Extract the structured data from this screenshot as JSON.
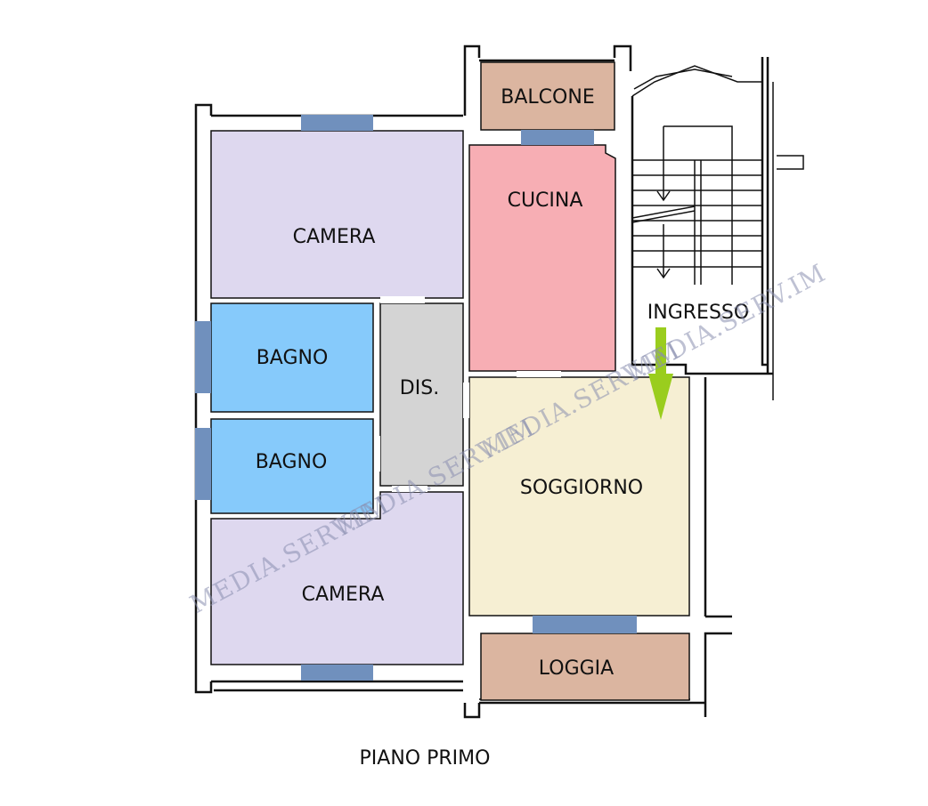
{
  "plan": {
    "caption": "PIANO PRIMO",
    "watermark": "MEDIA.SERV.IM",
    "colors": {
      "camera": "#ded8ef",
      "bagno": "#86cafb",
      "dis": "#d4d4d4",
      "cucina": "#f7aeb4",
      "soggiorno": "#f6efd3",
      "outdoor": "#dbb5a0",
      "window": "#7090bd",
      "arrow": "#9acd1e"
    },
    "rooms": {
      "balcone": "BALCONE",
      "cucina": "CUCINA",
      "camera_top": "CAMERA",
      "bagno_1": "BAGNO",
      "bagno_2": "BAGNO",
      "dis": "DIS.",
      "ingresso": "INGRESSO",
      "soggiorno": "SOGGIORNO",
      "camera_bottom": "CAMERA",
      "loggia": "LOGGIA"
    }
  }
}
